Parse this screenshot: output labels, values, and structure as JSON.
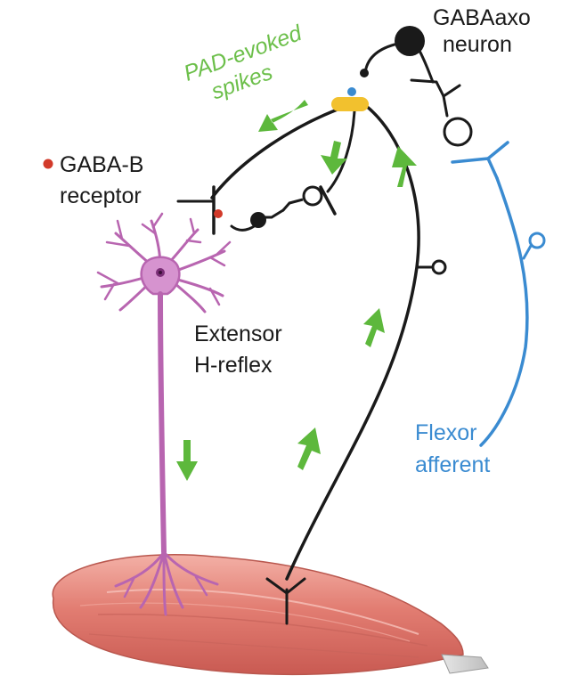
{
  "labels": {
    "gabaaxo_line1": "GABAaxo",
    "gabaaxo_line2": "neuron",
    "pad_line1": "PAD-evoked",
    "pad_line2": "spikes",
    "gabab_line1": "GABA-B",
    "gabab_line2": "receptor",
    "extensor_line1": "Extensor",
    "extensor_line2": "H-reflex",
    "flexor_line1": "Flexor",
    "flexor_line2": "afferent"
  },
  "colors": {
    "neuron_black": "#1a1a1a",
    "arrow_green": "#5db83c",
    "pad_text_green": "#6cbf4a",
    "flexor_blue": "#3a8bd1",
    "motoneuron_purple": "#b865b0",
    "muscle_red": "#e07b70",
    "receptor_red": "#d23a2a",
    "synapse_yellow": "#f2c12e"
  }
}
